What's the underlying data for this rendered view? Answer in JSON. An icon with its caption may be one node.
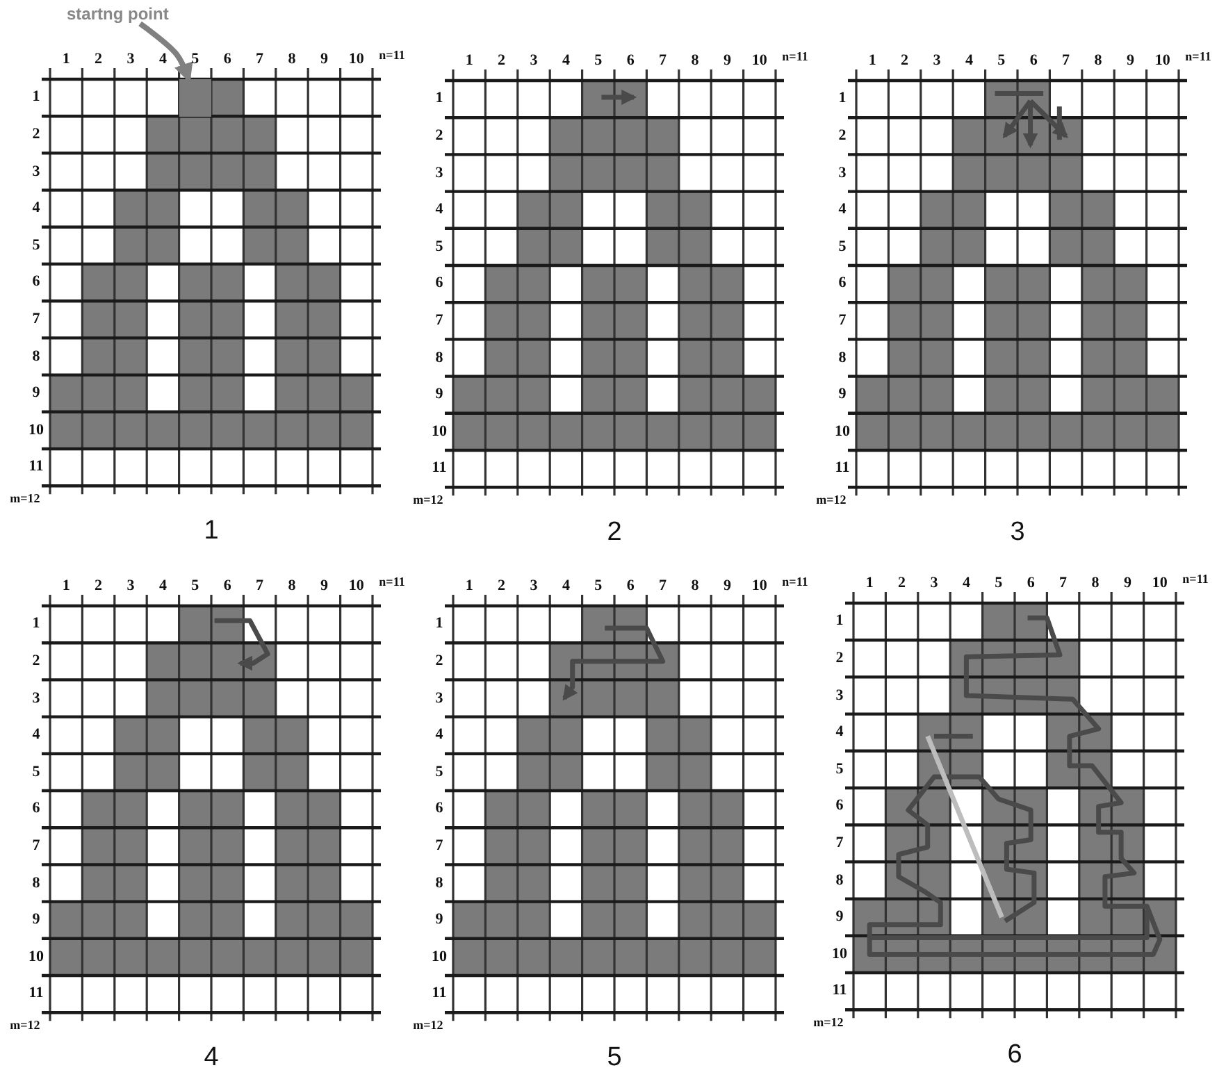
{
  "diagram": {
    "nodes": [
      {
        "text": [
          "startng point"
        ]
      },
      {
        "text": [],
        "shape": "box"
      }
    ],
    "edges": [
      {
        "from": 0,
        "to": 1,
        "arrow": "to"
      }
    ],
    "labels": [
      "1",
      "2",
      "3",
      "4",
      "5",
      "6",
      "7",
      "8",
      "9",
      "10",
      "n=11",
      "1",
      "2",
      "3",
      "4",
      "5",
      "6",
      "7",
      "8",
      "9",
      "10",
      "11",
      "m=12",
      "1",
      "1",
      "2",
      "3",
      "4",
      "5",
      "6",
      "7",
      "8",
      "9",
      "10",
      "n=11",
      "1",
      "2",
      "3",
      "4",
      "5",
      "6",
      "7",
      "8",
      "9",
      "10",
      "11",
      "m=12",
      "2",
      "1",
      "2",
      "3",
      "4",
      "5",
      "6",
      "7",
      "8",
      "9",
      "10",
      "n=11",
      "1",
      "2",
      "3",
      "4",
      "5",
      "6",
      "7",
      "8",
      "9",
      "10",
      "11",
      "m=12",
      "3",
      "1",
      "2",
      "3",
      "4",
      "5",
      "6",
      "7",
      "8",
      "9",
      "10",
      "n=11",
      "1",
      "2",
      "3",
      "4",
      "5",
      "6",
      "7",
      "8",
      "9",
      "10",
      "11",
      "m=12",
      "4",
      "1",
      "2",
      "3",
      "4",
      "5",
      "6",
      "7",
      "8",
      "9",
      "10",
      "n=11",
      "1",
      "2",
      "3",
      "4",
      "5",
      "6",
      "7",
      "8",
      "9",
      "10",
      "11",
      "m=12",
      "5",
      "1",
      "2",
      "3",
      "4",
      "5",
      "6",
      "7",
      "8",
      "9",
      "10",
      "n=11",
      "1",
      "2",
      "3",
      "4",
      "5",
      "6",
      "7",
      "8",
      "9",
      "10",
      "11",
      "m=12",
      "6"
    ]
  }
}
